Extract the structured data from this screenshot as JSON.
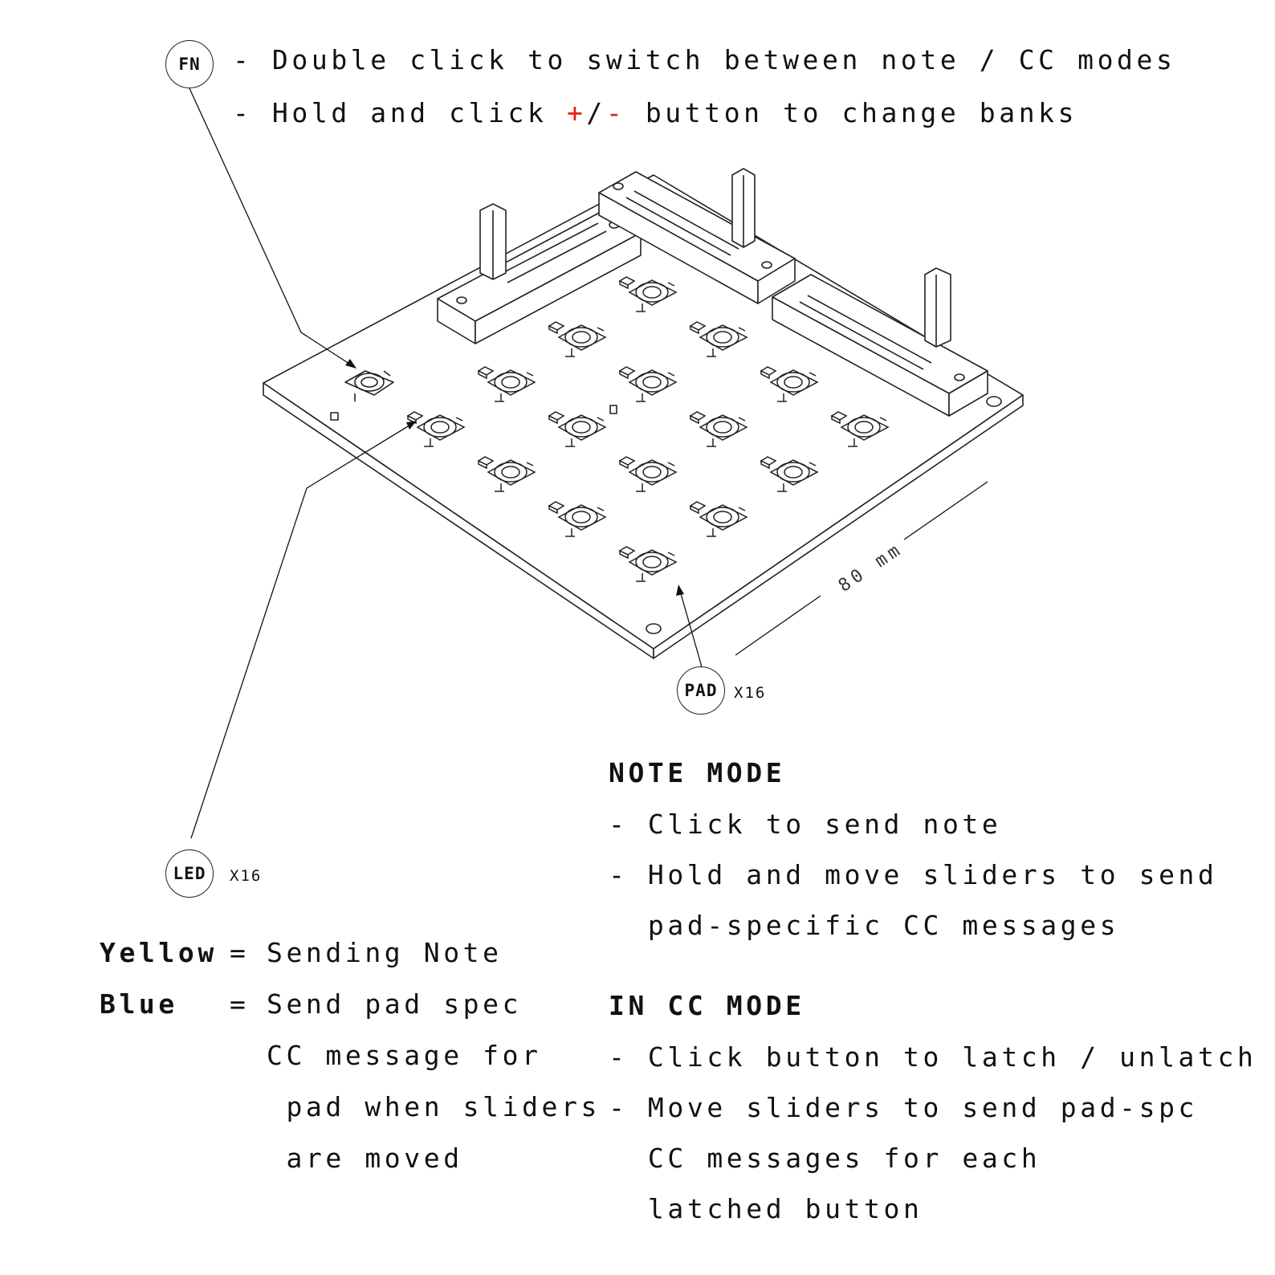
{
  "callouts": {
    "fn": {
      "label": "FN"
    },
    "pad": {
      "label": "PAD",
      "multiplier": "X16"
    },
    "led": {
      "label": "LED",
      "multiplier": "X16"
    }
  },
  "fn_notes": {
    "line1": "- Double click to switch between note / CC modes",
    "line2_prefix": "- Hold and click ",
    "plus": "+",
    "slash": "/",
    "minus": "-",
    "line2_suffix": " button to change banks"
  },
  "dimension": {
    "label": "80 mm"
  },
  "note_mode": {
    "heading": "NOTE MODE",
    "lines": [
      "- Click to send note",
      "- Hold and move sliders to send",
      "  pad-specific CC messages"
    ]
  },
  "cc_mode": {
    "heading": "IN CC MODE",
    "lines": [
      "- Click button to latch / unlatch",
      "- Move sliders to send pad-spc",
      "  CC messages for each",
      "  latched button"
    ]
  },
  "led_legend": {
    "yellow_key": "Yellow",
    "yellow_eq": "=",
    "yellow_value": "Sending Note",
    "blue_key": "Blue",
    "blue_eq": "=",
    "blue_lines": [
      "Send pad spec",
      "CC message for",
      " pad when sliders",
      " are moved"
    ]
  },
  "colors": {
    "ink": "#111111",
    "accent": "#e0201b",
    "board": "#ffffff"
  }
}
